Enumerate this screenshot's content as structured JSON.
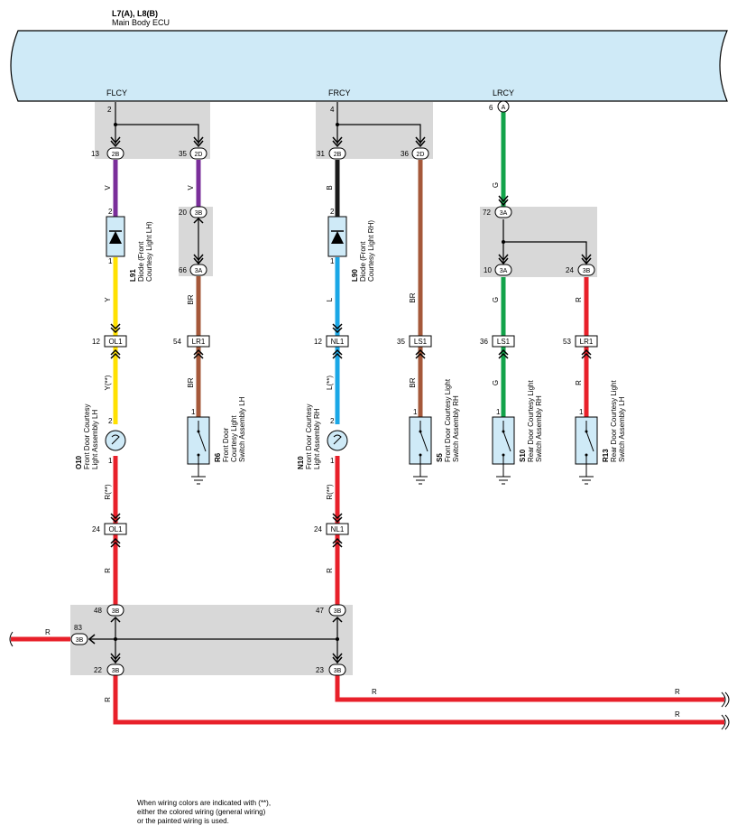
{
  "ecu": {
    "title": "L7(A), L8(B)",
    "name": "Main Body ECU"
  },
  "pins": {
    "flcy": "FLCY",
    "frcy": "FRCY",
    "lrcy": "LRCY"
  },
  "terminals": {
    "t_2": "2",
    "t_4": "4",
    "t_6": "6",
    "t_13": "13",
    "t_35": "35",
    "t_31": "31",
    "t_36": "36",
    "t_72": "72",
    "t_20": "20",
    "t_66": "66",
    "t_10": "10",
    "t_24a": "24",
    "t_12a": "12",
    "t_54": "54",
    "t_12b": "12",
    "t_35b": "35",
    "t_36b": "36",
    "t_53": "53",
    "t_24b": "24",
    "t_24c": "24",
    "t_48": "48",
    "t_47": "47",
    "t_83": "83",
    "t_22": "22",
    "t_23": "23",
    "p_1": "1",
    "p_2": "2"
  },
  "connectors": {
    "c_2b": "2B",
    "c_2d": "2D",
    "c_3b": "3B",
    "c_3a": "3A",
    "c_a": "A",
    "c_ol1": "OL1",
    "c_lr1": "LR1",
    "c_nl1": "NL1",
    "c_ls1": "LS1"
  },
  "wires": {
    "v": "V",
    "b": "B",
    "g": "G",
    "y": "Y",
    "br": "BR",
    "l": "L",
    "r": "R",
    "y_star": "Y(**)",
    "l_star": "L(**)",
    "r_star": "R(**)"
  },
  "components": {
    "l91": {
      "code": "L91",
      "line1": "Diode (Front",
      "line2": "Courtesy Light LH)"
    },
    "l90": {
      "code": "L90",
      "line1": "Diode (Front",
      "line2": "Courtesy Light RH)"
    },
    "o10": {
      "code": "O10",
      "line1": "Front Door Courtesy",
      "line2": "Light Assembly LH"
    },
    "n10": {
      "code": "N10",
      "line1": "Front Door Courtesy",
      "line2": "Light Assembly RH"
    },
    "r6": {
      "code": "R6",
      "line1": "Front Door",
      "line2": "Courtesy Light",
      "line3": "Switch Assembly LH"
    },
    "s5": {
      "code": "S5",
      "line1": "Front Door Courtesy Light",
      "line2": "Switch Assembly RH"
    },
    "s10": {
      "code": "S10",
      "line1": "Rear Door Courtesy Light",
      "line2": "Switch Assembly RH"
    },
    "r13": {
      "code": "R13",
      "line1": "Rear Door Courtesy Light",
      "line2": "Switch Assembly LH"
    }
  },
  "note": {
    "line1": "When wiring colors are indicated with (**),",
    "line2": "either the colored wiring (general wiring)",
    "line3": "or the painted wiring is used."
  },
  "colors": {
    "ecu_fill": "#cfeaf7",
    "junction": "#d8d8d8",
    "violet": "#7a2e9a",
    "black": "#1a1a1a",
    "green": "#12a34a",
    "yellow": "#ffe100",
    "brown": "#a5583a",
    "blue": "#1aa7e6",
    "red": "#e8202a"
  }
}
